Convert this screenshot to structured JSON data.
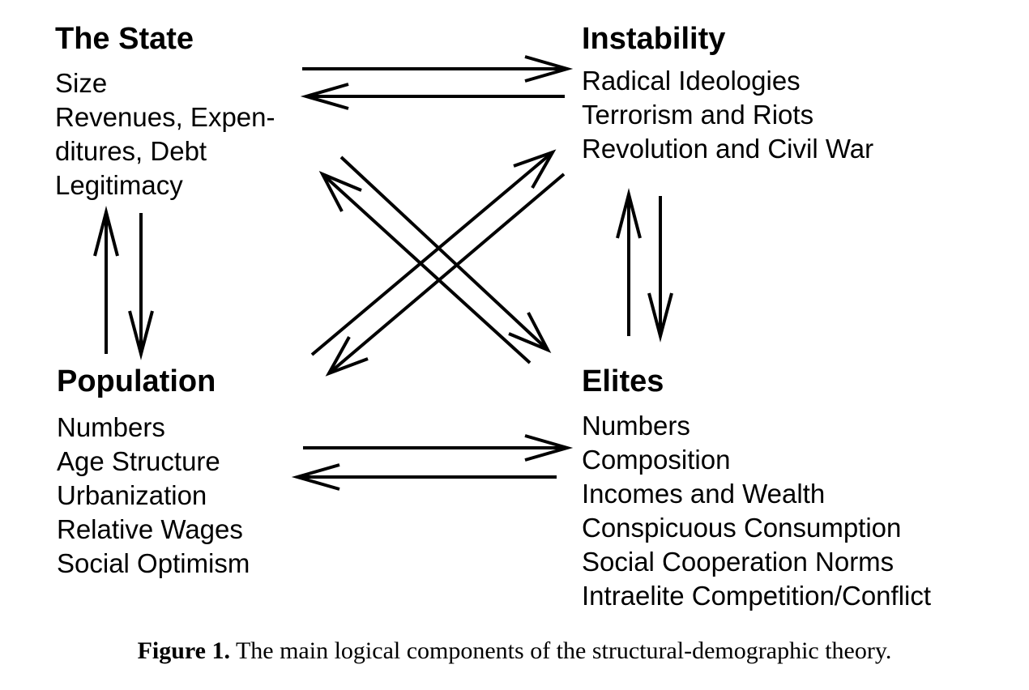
{
  "blocks": {
    "state": {
      "title": "The State",
      "items": [
        "Size",
        "Revenues, Expen-",
        "ditures, Debt",
        "Legitimacy"
      ]
    },
    "instability": {
      "title": "Instability",
      "items": [
        "Radical Ideologies",
        "Terrorism and Riots",
        "Revolution and Civil War"
      ]
    },
    "population": {
      "title": "Population",
      "items": [
        "Numbers",
        "Age Structure",
        "Urbanization",
        "Relative Wages",
        "Social Optimism"
      ]
    },
    "elites": {
      "title": "Elites",
      "items": [
        "Numbers",
        "Composition",
        "Incomes and Wealth",
        "Conspicuous Consumption",
        "Social Cooperation Norms",
        "Intraelite Competition/Conflict"
      ]
    }
  },
  "caption": {
    "label": "Figure 1.",
    "text": " The main logical components of the structural-demographic theory."
  }
}
